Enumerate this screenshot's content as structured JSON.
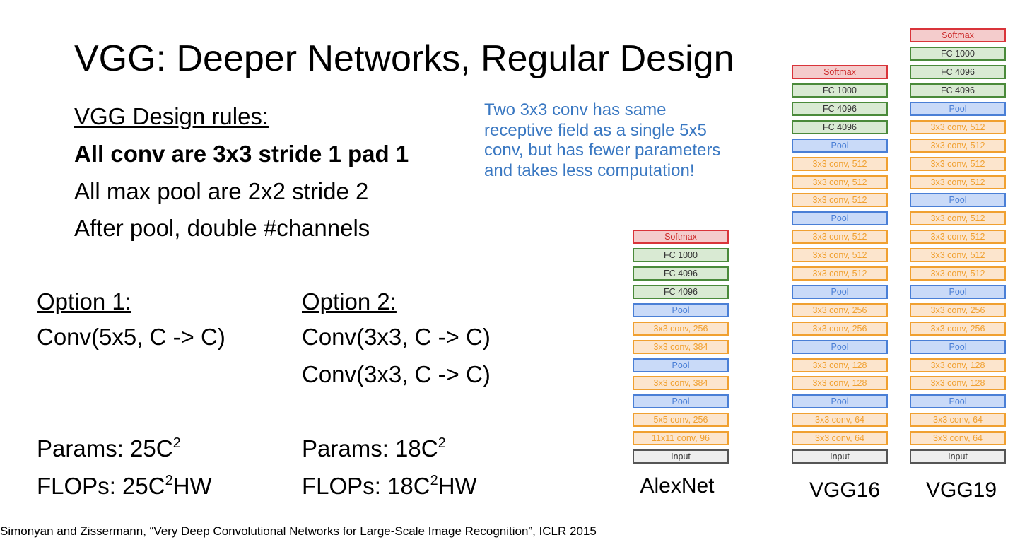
{
  "title": "VGG: Deeper Networks, Regular Design",
  "rules": {
    "heading": "VGG Design rules:",
    "rule1": "All conv are 3x3 stride 1 pad 1",
    "rule2": "All max pool are 2x2 stride 2",
    "rule3": "After pool, double #channels"
  },
  "note": [
    "Two 3x3 conv has same",
    "receptive field as a single 5x5",
    "conv, but has fewer parameters",
    "and takes less computation!"
  ],
  "option1": {
    "heading": "Option 1:",
    "conv": "Conv(5x5, C -> C)",
    "params_prefix": "Params: 25C",
    "params_exp": "2",
    "flops_prefix": "FLOPs: 25C",
    "flops_exp": "2",
    "flops_suffix": "HW"
  },
  "option2": {
    "heading": "Option 2:",
    "conv1": "Conv(3x3, C -> C)",
    "conv2": "Conv(3x3, C -> C)",
    "params_prefix": "Params: 18C",
    "params_exp": "2",
    "flops_prefix": "FLOPs: 18C",
    "flops_exp": "2",
    "flops_suffix": "HW"
  },
  "networks": [
    {
      "id": "alexnet",
      "label": "AlexNet",
      "layers": [
        {
          "type": "softmax",
          "label": "Softmax"
        },
        {
          "type": "fc",
          "label": "FC 1000"
        },
        {
          "type": "fc",
          "label": "FC 4096"
        },
        {
          "type": "fc",
          "label": "FC 4096"
        },
        {
          "type": "pool",
          "label": "Pool"
        },
        {
          "type": "conv",
          "label": "3x3 conv, 256"
        },
        {
          "type": "conv",
          "label": "3x3 conv, 384"
        },
        {
          "type": "pool",
          "label": "Pool"
        },
        {
          "type": "conv",
          "label": "3x3 conv, 384"
        },
        {
          "type": "pool",
          "label": "Pool"
        },
        {
          "type": "conv",
          "label": "5x5 conv, 256"
        },
        {
          "type": "conv",
          "label": "11x11 conv, 96"
        },
        {
          "type": "input",
          "label": "Input"
        }
      ]
    },
    {
      "id": "vgg16",
      "label": "VGG16",
      "layers": [
        {
          "type": "softmax",
          "label": "Softmax"
        },
        {
          "type": "fc",
          "label": "FC 1000"
        },
        {
          "type": "fc",
          "label": "FC 4096"
        },
        {
          "type": "fc",
          "label": "FC 4096"
        },
        {
          "type": "pool",
          "label": "Pool"
        },
        {
          "type": "conv",
          "label": "3x3 conv, 512"
        },
        {
          "type": "conv",
          "label": "3x3 conv, 512"
        },
        {
          "type": "conv",
          "label": "3x3 conv, 512"
        },
        {
          "type": "pool",
          "label": "Pool"
        },
        {
          "type": "conv",
          "label": "3x3 conv, 512"
        },
        {
          "type": "conv",
          "label": "3x3 conv, 512"
        },
        {
          "type": "conv",
          "label": "3x3 conv, 512"
        },
        {
          "type": "pool",
          "label": "Pool"
        },
        {
          "type": "conv",
          "label": "3x3 conv, 256"
        },
        {
          "type": "conv",
          "label": "3x3 conv, 256"
        },
        {
          "type": "pool",
          "label": "Pool"
        },
        {
          "type": "conv",
          "label": "3x3 conv, 128"
        },
        {
          "type": "conv",
          "label": "3x3 conv, 128"
        },
        {
          "type": "pool",
          "label": "Pool"
        },
        {
          "type": "conv",
          "label": "3x3 conv, 64"
        },
        {
          "type": "conv",
          "label": "3x3 conv, 64"
        },
        {
          "type": "input",
          "label": "Input"
        }
      ]
    },
    {
      "id": "vgg19",
      "label": "VGG19",
      "layers": [
        {
          "type": "softmax",
          "label": "Softmax"
        },
        {
          "type": "fc",
          "label": "FC 1000"
        },
        {
          "type": "fc",
          "label": "FC 4096"
        },
        {
          "type": "fc",
          "label": "FC 4096"
        },
        {
          "type": "pool",
          "label": "Pool"
        },
        {
          "type": "conv",
          "label": "3x3 conv, 512"
        },
        {
          "type": "conv",
          "label": "3x3 conv, 512"
        },
        {
          "type": "conv",
          "label": "3x3 conv, 512"
        },
        {
          "type": "conv",
          "label": "3x3 conv, 512"
        },
        {
          "type": "pool",
          "label": "Pool"
        },
        {
          "type": "conv",
          "label": "3x3 conv, 512"
        },
        {
          "type": "conv",
          "label": "3x3 conv, 512"
        },
        {
          "type": "conv",
          "label": "3x3 conv, 512"
        },
        {
          "type": "conv",
          "label": "3x3 conv, 512"
        },
        {
          "type": "pool",
          "label": "Pool"
        },
        {
          "type": "conv",
          "label": "3x3 conv, 256"
        },
        {
          "type": "conv",
          "label": "3x3 conv, 256"
        },
        {
          "type": "pool",
          "label": "Pool"
        },
        {
          "type": "conv",
          "label": "3x3 conv, 128"
        },
        {
          "type": "conv",
          "label": "3x3 conv, 128"
        },
        {
          "type": "pool",
          "label": "Pool"
        },
        {
          "type": "conv",
          "label": "3x3 conv, 64"
        },
        {
          "type": "conv",
          "label": "3x3 conv, 64"
        },
        {
          "type": "input",
          "label": "Input"
        }
      ]
    }
  ],
  "citation": "Simonyan and Zissermann, “Very Deep Convolutional Networks for Large-Scale Image Recognition”, ICLR 2015",
  "colors": {
    "note": "#3a78c2",
    "softmax": "#d9343a",
    "fc": "#4a8a3a",
    "pool": "#4a7fd6",
    "conv": "#f0a030",
    "input": "#555555"
  }
}
